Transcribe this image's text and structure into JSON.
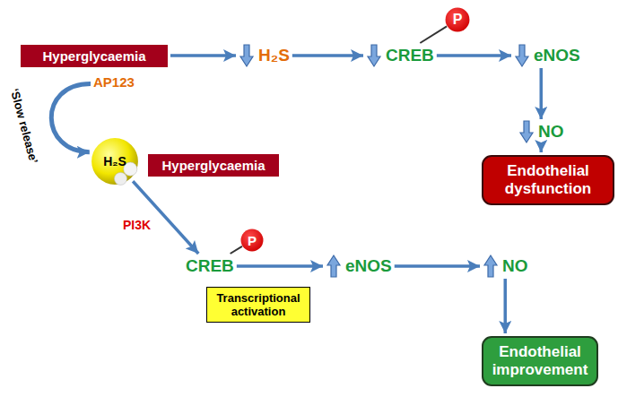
{
  "diagram": {
    "nodes": [
      {
        "text": [
          "Hyperglycaemia"
        ]
      },
      {
        "text": [
          "H₂S"
        ]
      },
      {
        "text": [
          "P"
        ]
      },
      {
        "text": [
          "CREB"
        ]
      },
      {
        "text": [
          "eNOS"
        ]
      },
      {
        "text": [
          "NO"
        ]
      },
      {
        "text": [
          "Endothelial dysfunction"
        ]
      },
      {
        "text": [
          "AP123"
        ]
      },
      {
        "text": [
          "H₂S"
        ]
      },
      {
        "text": [
          "Hyperglycaemia"
        ]
      },
      {
        "text": [
          "P"
        ]
      },
      {
        "text": [
          "CREB"
        ]
      },
      {
        "text": [
          "Transcriptional activation"
        ]
      },
      {
        "text": [
          "eNOS"
        ]
      },
      {
        "text": [
          "NO"
        ]
      },
      {
        "text": [
          "Endothelial improvement"
        ]
      }
    ],
    "edges": [
      {
        "from": 0,
        "to": 1,
        "arrow": "to"
      },
      {
        "from": 1,
        "to": 3,
        "arrow": "to"
      },
      {
        "from": 3,
        "to": 2,
        "arrow": "none"
      },
      {
        "from": 3,
        "to": 4,
        "arrow": "to"
      },
      {
        "from": 4,
        "to": 5,
        "arrow": "to"
      },
      {
        "from": 5,
        "to": 6,
        "arrow": "to"
      },
      {
        "from": 7,
        "to": 8,
        "label": "‘Slow release’",
        "arrow": "to"
      },
      {
        "from": 8,
        "to": 11,
        "label": "PI3K",
        "arrow": "to"
      },
      {
        "from": 11,
        "to": 10,
        "arrow": "none"
      },
      {
        "from": 11,
        "to": 13,
        "arrow": "to"
      },
      {
        "from": 13,
        "to": 14,
        "arrow": "to"
      },
      {
        "from": 14,
        "to": 15,
        "arrow": "to"
      }
    ]
  }
}
